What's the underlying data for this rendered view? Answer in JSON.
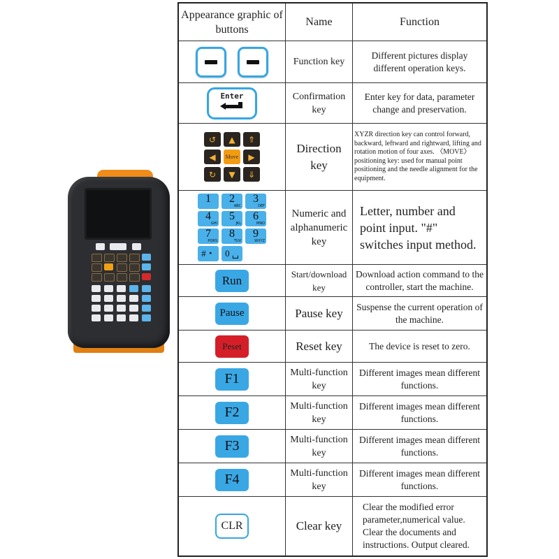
{
  "table": {
    "headers": [
      "Appearance graphic of buttons",
      "Name",
      "Function"
    ],
    "rows": [
      {
        "name": "Function key",
        "function": "Different pictures display different operation keys."
      },
      {
        "name": "Confirmation key",
        "function": "Enter key for data, parameter change and preservation.",
        "key_label": "Enter"
      },
      {
        "name": "Direction key",
        "function": "XYZR direction key can control forward, backward, leftward and rightward, lifting and rotation motion of four axes. 〈MOVE〉 positioning key: used for manual point positioning and the needle alignment for the equipment.",
        "key_label": "Move"
      },
      {
        "name": "Numeric and alphanumeric key",
        "function": "Letter, number and point input. \"#\" switches input method.",
        "keys": [
          {
            "d": "1",
            "s": ""
          },
          {
            "d": "2",
            "s": "ABC"
          },
          {
            "d": "3",
            "s": "DEF"
          },
          {
            "d": "4",
            "s": "GHI"
          },
          {
            "d": "5",
            "s": "JKL"
          },
          {
            "d": "6",
            "s": "MNO"
          },
          {
            "d": "7",
            "s": "PQRS"
          },
          {
            "d": "8",
            "s": "TUV"
          },
          {
            "d": "9",
            "s": "WXYZ"
          },
          {
            "d": "#・",
            "s": ""
          },
          {
            "d": "0 ␣",
            "s": ""
          }
        ]
      },
      {
        "name": "Start/download key",
        "function": "Download action command to the controller, start the machine.",
        "key_label": "Run"
      },
      {
        "name": "Pause key",
        "function": "Suspense the current operation of the machine.",
        "key_label": "Pause"
      },
      {
        "name": "Reset key",
        "function": "The device is reset to zero.",
        "key_label": "Peset"
      },
      {
        "name": "Multi-function key",
        "function": "Different images mean different functions.",
        "key_label": "F1"
      },
      {
        "name": "Multi-function key",
        "function": "Different images mean different functions.",
        "key_label": "F2"
      },
      {
        "name": "Multi-function key",
        "function": "Different images mean different functions.",
        "key_label": "F3"
      },
      {
        "name": "Multi-function key",
        "function": "Different images mean different functions.",
        "key_label": "F4"
      },
      {
        "name": "Clear key",
        "function": "Clear the modified error parameter,numerical value. Clear the documents and instructions. Output cleared.",
        "key_label": "CLR"
      }
    ]
  },
  "colors": {
    "key_blue": "#3aa7e5",
    "key_red": "#d41f28",
    "move_orange": "#f39c12",
    "device_body": "#2c2e31",
    "device_accent": "#f08c1a"
  },
  "icons": {
    "function_key": "minus-bar-icon",
    "enter_key": "enter-arrow-icon",
    "direction_key": "arrow-icons"
  }
}
